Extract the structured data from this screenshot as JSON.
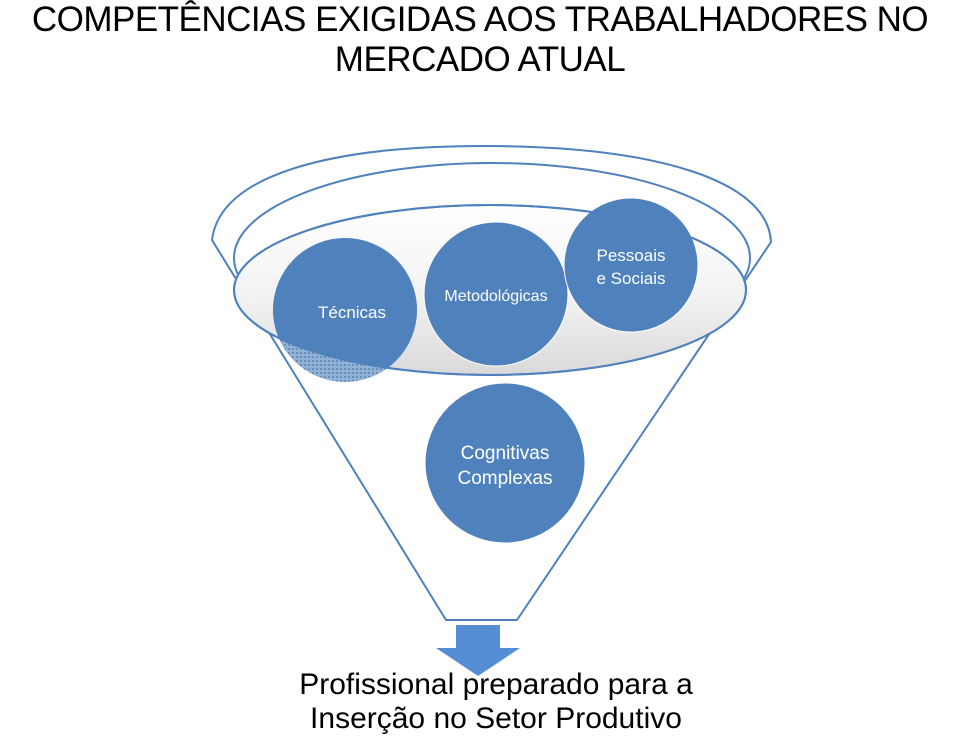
{
  "title": {
    "line1": "COMPETÊNCIAS  EXIGIDAS AOS TRABALHADORES NO",
    "line2": "MERCADO ATUAL"
  },
  "circles": {
    "tecnicas": "Técnicas",
    "metodologicas": "Metodológicas",
    "pessoais_line1": "Pessoais",
    "pessoais_line2": "e Sociais",
    "cognitivas_line1": "Cognitivas",
    "cognitivas_line2": "Complexas"
  },
  "result": {
    "line1": "Profissional preparado para a",
    "line2": "Inserção no Setor Produtivo"
  },
  "colors": {
    "circle_fill": "#4f81bd",
    "circle_label": "#ffffff",
    "funnel_outline": "#4f81bd",
    "arrow": "#558ed5"
  }
}
